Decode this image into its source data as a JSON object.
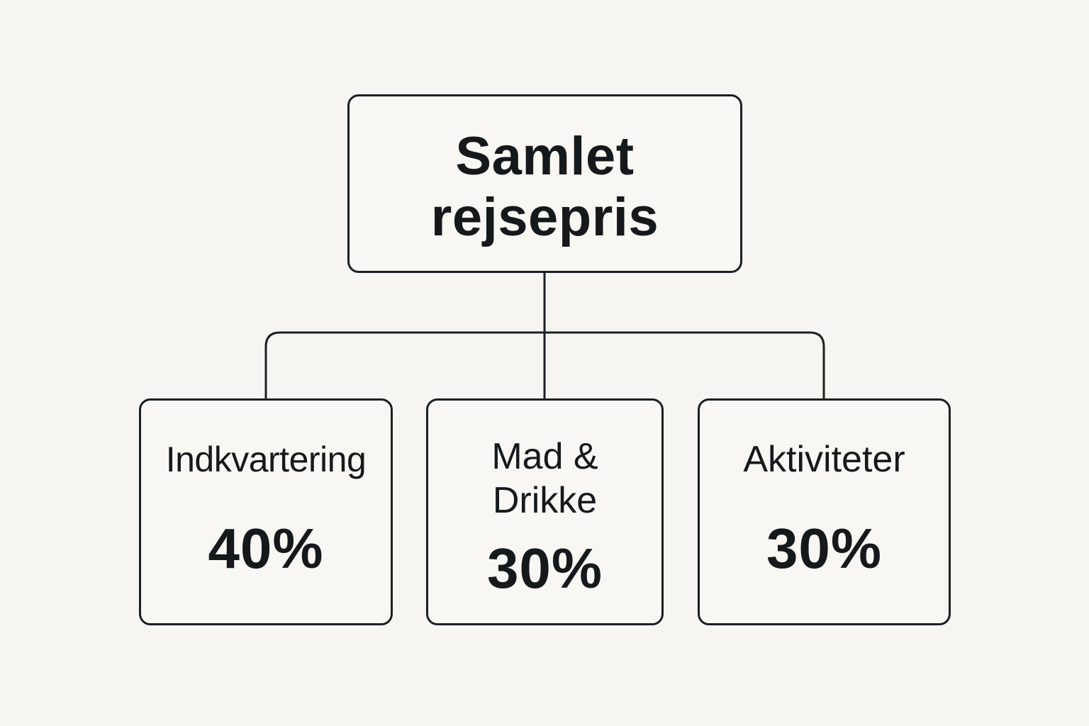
{
  "root": {
    "title_lines": [
      "Samlet",
      "rejsepris"
    ]
  },
  "children": [
    {
      "label_lines": [
        "Indkvartering"
      ],
      "value": "40%"
    },
    {
      "label_lines": [
        "Mad &",
        "Drikke"
      ],
      "value": "30%"
    },
    {
      "label_lines": [
        "Aktiviteter"
      ],
      "value": "30%"
    }
  ],
  "colors": {
    "background": "#f6f5f1",
    "stroke": "#1c1f22",
    "text": "#16191c"
  }
}
